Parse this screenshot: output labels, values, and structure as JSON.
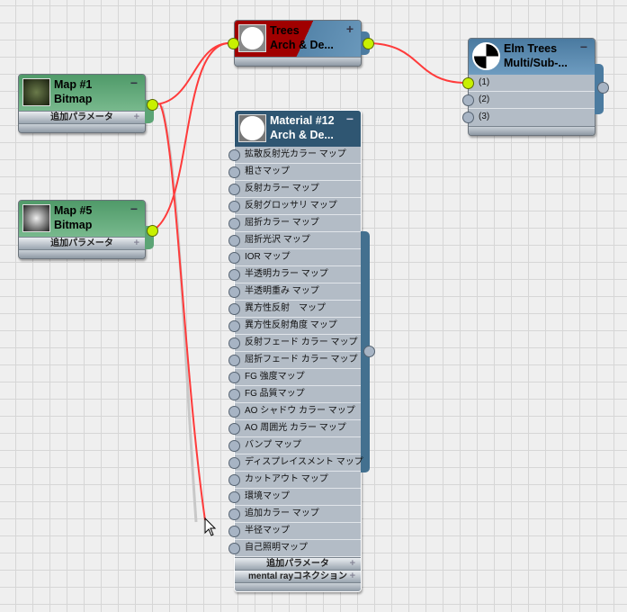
{
  "nodes": {
    "map1": {
      "name": "Map #1",
      "type": "Bitmap",
      "rollout": "追加パラメータ"
    },
    "map5": {
      "name": "Map #5",
      "type": "Bitmap",
      "rollout": "追加パラメータ"
    },
    "trees": {
      "name": "Trees",
      "type": "Arch & De...",
      "toggle": "+"
    },
    "elm": {
      "name": "Elm Trees",
      "type": "Multi/Sub-...",
      "toggle": "−",
      "slots": [
        "(1)",
        "(2)",
        "(3)"
      ]
    },
    "mat12": {
      "name": "Material #12",
      "type": "Arch & De...",
      "toggle": "−",
      "slots": [
        "拡散反射光カラー マップ",
        "粗さマップ",
        "反射カラー マップ",
        "反射グロッサリ マップ",
        "屈折カラー マップ",
        "屈折光沢 マップ",
        "IOR マップ",
        "半透明カラー マップ",
        "半透明重み マップ",
        "異方性反射　マップ",
        "異方性反射角度 マップ",
        "反射フェード カラー マップ",
        "屈折フェード カラー マップ",
        "FG 強度マップ",
        "FG 品質マップ",
        "AO シャドウ カラー マップ",
        "AO 周囲光 カラー マップ",
        "バンプ マップ",
        "ディスプレイスメント マップ",
        "カットアウト マップ",
        "環境マップ",
        "追加カラー マップ",
        "半径マップ",
        "自己照明マップ"
      ],
      "rollouts": [
        "追加パラメータ",
        "mental rayコネクション"
      ]
    }
  },
  "colors": {
    "wire": "#ff3030",
    "active_socket": "#c8f000",
    "map_header": "#5ca475",
    "material_header": "#2f5672"
  }
}
